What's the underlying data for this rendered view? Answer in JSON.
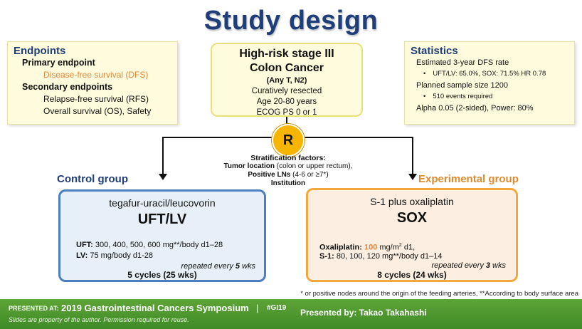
{
  "title": "Study design",
  "endpoints": {
    "heading": "Endpoints",
    "primary_heading": "Primary endpoint",
    "primary": "Disease-free survival  (DFS)",
    "secondary_heading": "Secondary endpoints",
    "secondary_1": "Relapse-free survival (RFS)",
    "secondary_2": "Overall survival (OS), Safety"
  },
  "population": {
    "line1": "High-risk stage III",
    "line2": "Colon Cancer",
    "line3": "(Any T, N2)",
    "line4": "Curatively resected",
    "line5": "Age 20-80 years",
    "line6": "ECOG PS 0 or 1"
  },
  "statistics": {
    "heading": "Statistics",
    "line1": "Estimated 3-year DFS rate",
    "bullet1": "UFT/LV: 65.0%, SOX: 71.5%   HR 0.78",
    "line2": "Planned sample size 1200",
    "bullet2": "510 events required",
    "line3": "Alpha 0.05 (2-sided), Power: 80%"
  },
  "randomization": {
    "label": "R"
  },
  "stratification": {
    "heading": "Stratification factors:",
    "factor1_bold": "Tumor location",
    "factor1_rest": " (colon or upper rectum),",
    "factor2_bold": "Positive LNs",
    "factor2_rest": " (4-6 or ≥7*)",
    "factor3": "Institution"
  },
  "control": {
    "label": "Control group",
    "subtitle": "tegafur-uracil/leucovorin",
    "name": "UFT/LV",
    "dose1_bold": "UFT:",
    "dose1_rest": " 300, 400, 500, 600 mg**/body d1–28",
    "dose2_bold": "LV:",
    "dose2_rest": " 75 mg/body d1-28",
    "repeat_prefix": "repeated every ",
    "repeat_num": "5",
    "repeat_suffix": " wks",
    "cycles": "5 cycles (25 wks)"
  },
  "experimental": {
    "label": "Experimental group",
    "subtitle": "S-1 plus oxaliplatin",
    "name": "SOX",
    "dose1_bold": "Oxaliplatin:",
    "dose1_num": "100",
    "dose1_unit": " mg/m",
    "dose1_sup": "2",
    "dose1_rest": " d1,",
    "dose2_bold": "S-1:",
    "dose2_rest": " 80, 100, 120 mg**/body d1–14",
    "repeat_prefix": "repeated every ",
    "repeat_num": "3",
    "repeat_suffix": " wks",
    "cycles": "8 cycles (24 wks)"
  },
  "footnote": "* or positive nodes around the origin of the feeding arteries, **According to body surface area",
  "footer": {
    "presented_at": "PRESENTED AT:",
    "symposium": "2019 Gastrointestinal Cancers Symposium",
    "separator": "|",
    "hashtag": "#GI19",
    "rights": "Slides are property of the author. Permission required for reuse.",
    "presenter": "Presented  by:  Takao  Takahashi"
  },
  "colors": {
    "title_blue": "#1f3f7a",
    "accent_orange": "#e6873a",
    "control_border": "#4b7fbf",
    "experimental_border": "#f2a83e",
    "randomize_fill": "#f7b500",
    "footer_green": "#4a962e"
  }
}
